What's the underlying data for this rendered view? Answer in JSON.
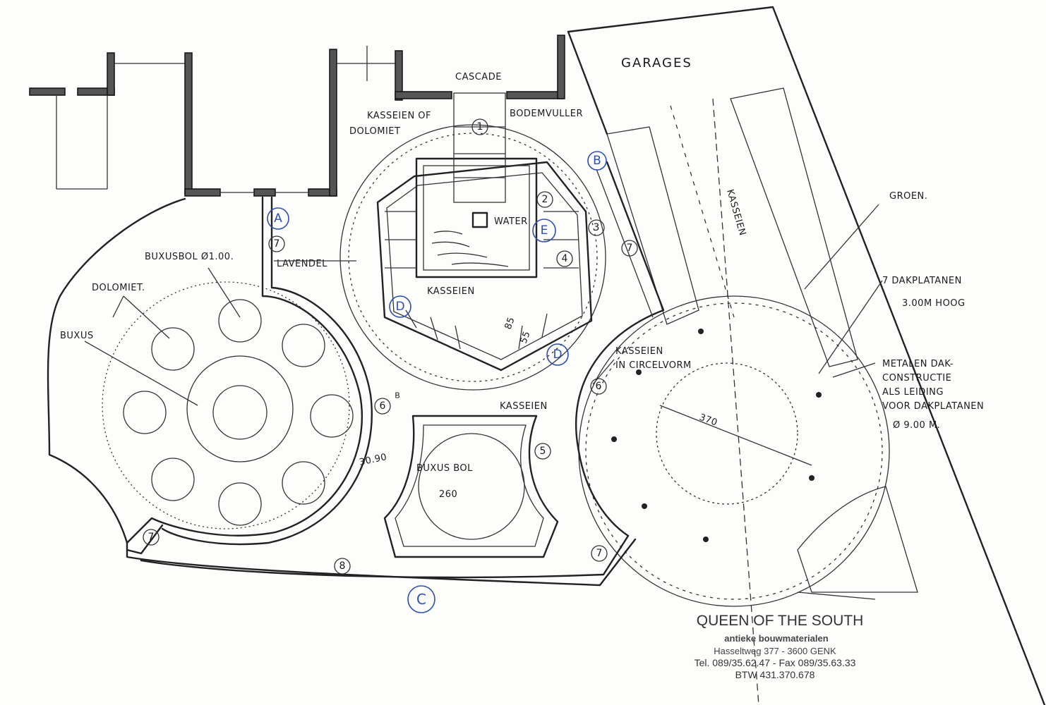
{
  "labels": {
    "garages": "GARAGES",
    "cascade": "CASCADE",
    "kasseien_of": "KASSEIEN OF",
    "dolomiet_top": "DOLOMIET",
    "bodemvuller": "BODEMVULLER",
    "water": "WATER",
    "lavendel": "LAVENDEL",
    "kasseien_inner": "KASSEIEN",
    "kasseien_mid": "KASSEIEN",
    "kasseien_vertical": "KASSEIEN",
    "buxusbol_size": "BUXUSBOL Ø1.00.",
    "dolomiet_left": "DOLOMIET.",
    "buxus": "BUXUS",
    "buxus_bol_center": "BUXUS BOL",
    "buxus_bol_dim": "260",
    "dim_3090": "30.90",
    "dim_85": "85",
    "dim_55": "55",
    "dim_370": "370",
    "kasseien_circle_1": "KASSEIEN",
    "kasseien_circle_2": "IN CIRCELVORM",
    "groen": "GROEN.",
    "dakplatanen_1": "7 DAKPLATANEN",
    "dakplatanen_2": "3.00M HOOG",
    "metalen_1": "METALEN DAK-",
    "metalen_2": "CONSTRUCTIE",
    "metalen_3": "ALS LEIDING",
    "metalen_4": "VOOR DAKPLATANEN",
    "metalen_5": "Ø 9.00 M."
  },
  "markers": {
    "n1": "1",
    "n2": "2",
    "n3": "3",
    "n4": "4",
    "n5": "5",
    "n6a": "6",
    "n6b": "6",
    "n6b_sup": "B",
    "n7a": "7",
    "n7b": "7",
    "n7c": "7",
    "n7d": "7",
    "n8": "8"
  },
  "blue_markers": {
    "A": "A",
    "B": "B",
    "C": "C",
    "D1": "D",
    "D2": "D",
    "E": "E"
  },
  "stamp": {
    "name": "QUEEN OF THE SOUTH",
    "subtitle": "antieke bouwmaterialen",
    "address": "Hasseltweg 377 - 3600 GENK",
    "phone": "Tel. 089/35.62.47 - Fax 089/35.63.33",
    "btw": "BTW 431.370.678"
  },
  "colors": {
    "ink": "#222222",
    "blue_annotation": "#2c4fb0",
    "paper": "#fdfdfb"
  }
}
